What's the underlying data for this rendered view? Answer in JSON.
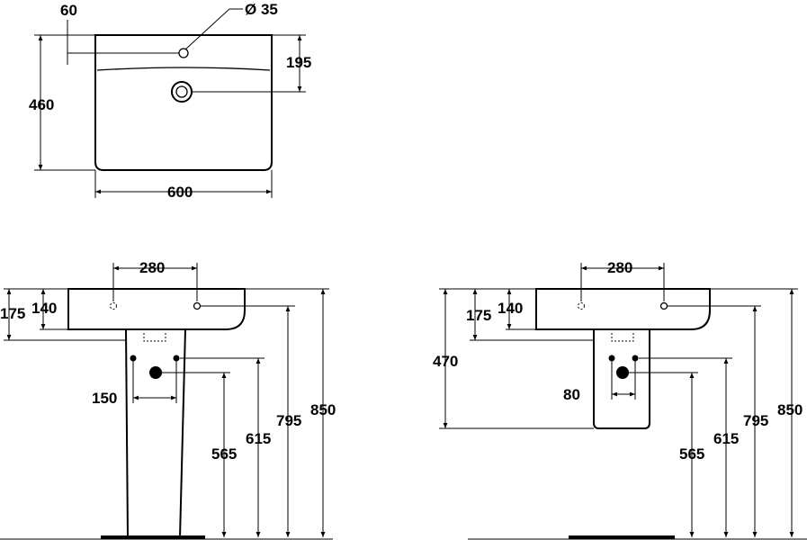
{
  "top_view": {
    "dim_offset": "60",
    "dim_hole": "Ø 35",
    "dim_depth_to_hole": "195",
    "dim_depth": "460",
    "dim_width": "600"
  },
  "pedestal_view": {
    "dim_tap_spacing": "280",
    "dim_h175": "175",
    "dim_h140": "140",
    "dim_supply_spacing": "150",
    "dim_h565": "565",
    "dim_h615": "615",
    "dim_h795": "795",
    "dim_h850": "850"
  },
  "semi_pedestal_view": {
    "dim_tap_spacing": "280",
    "dim_h175": "175",
    "dim_h140": "140",
    "dim_h470": "470",
    "dim_supply_spacing": "80",
    "dim_h565": "565",
    "dim_h615": "615",
    "dim_h795": "795",
    "dim_h850": "850"
  }
}
